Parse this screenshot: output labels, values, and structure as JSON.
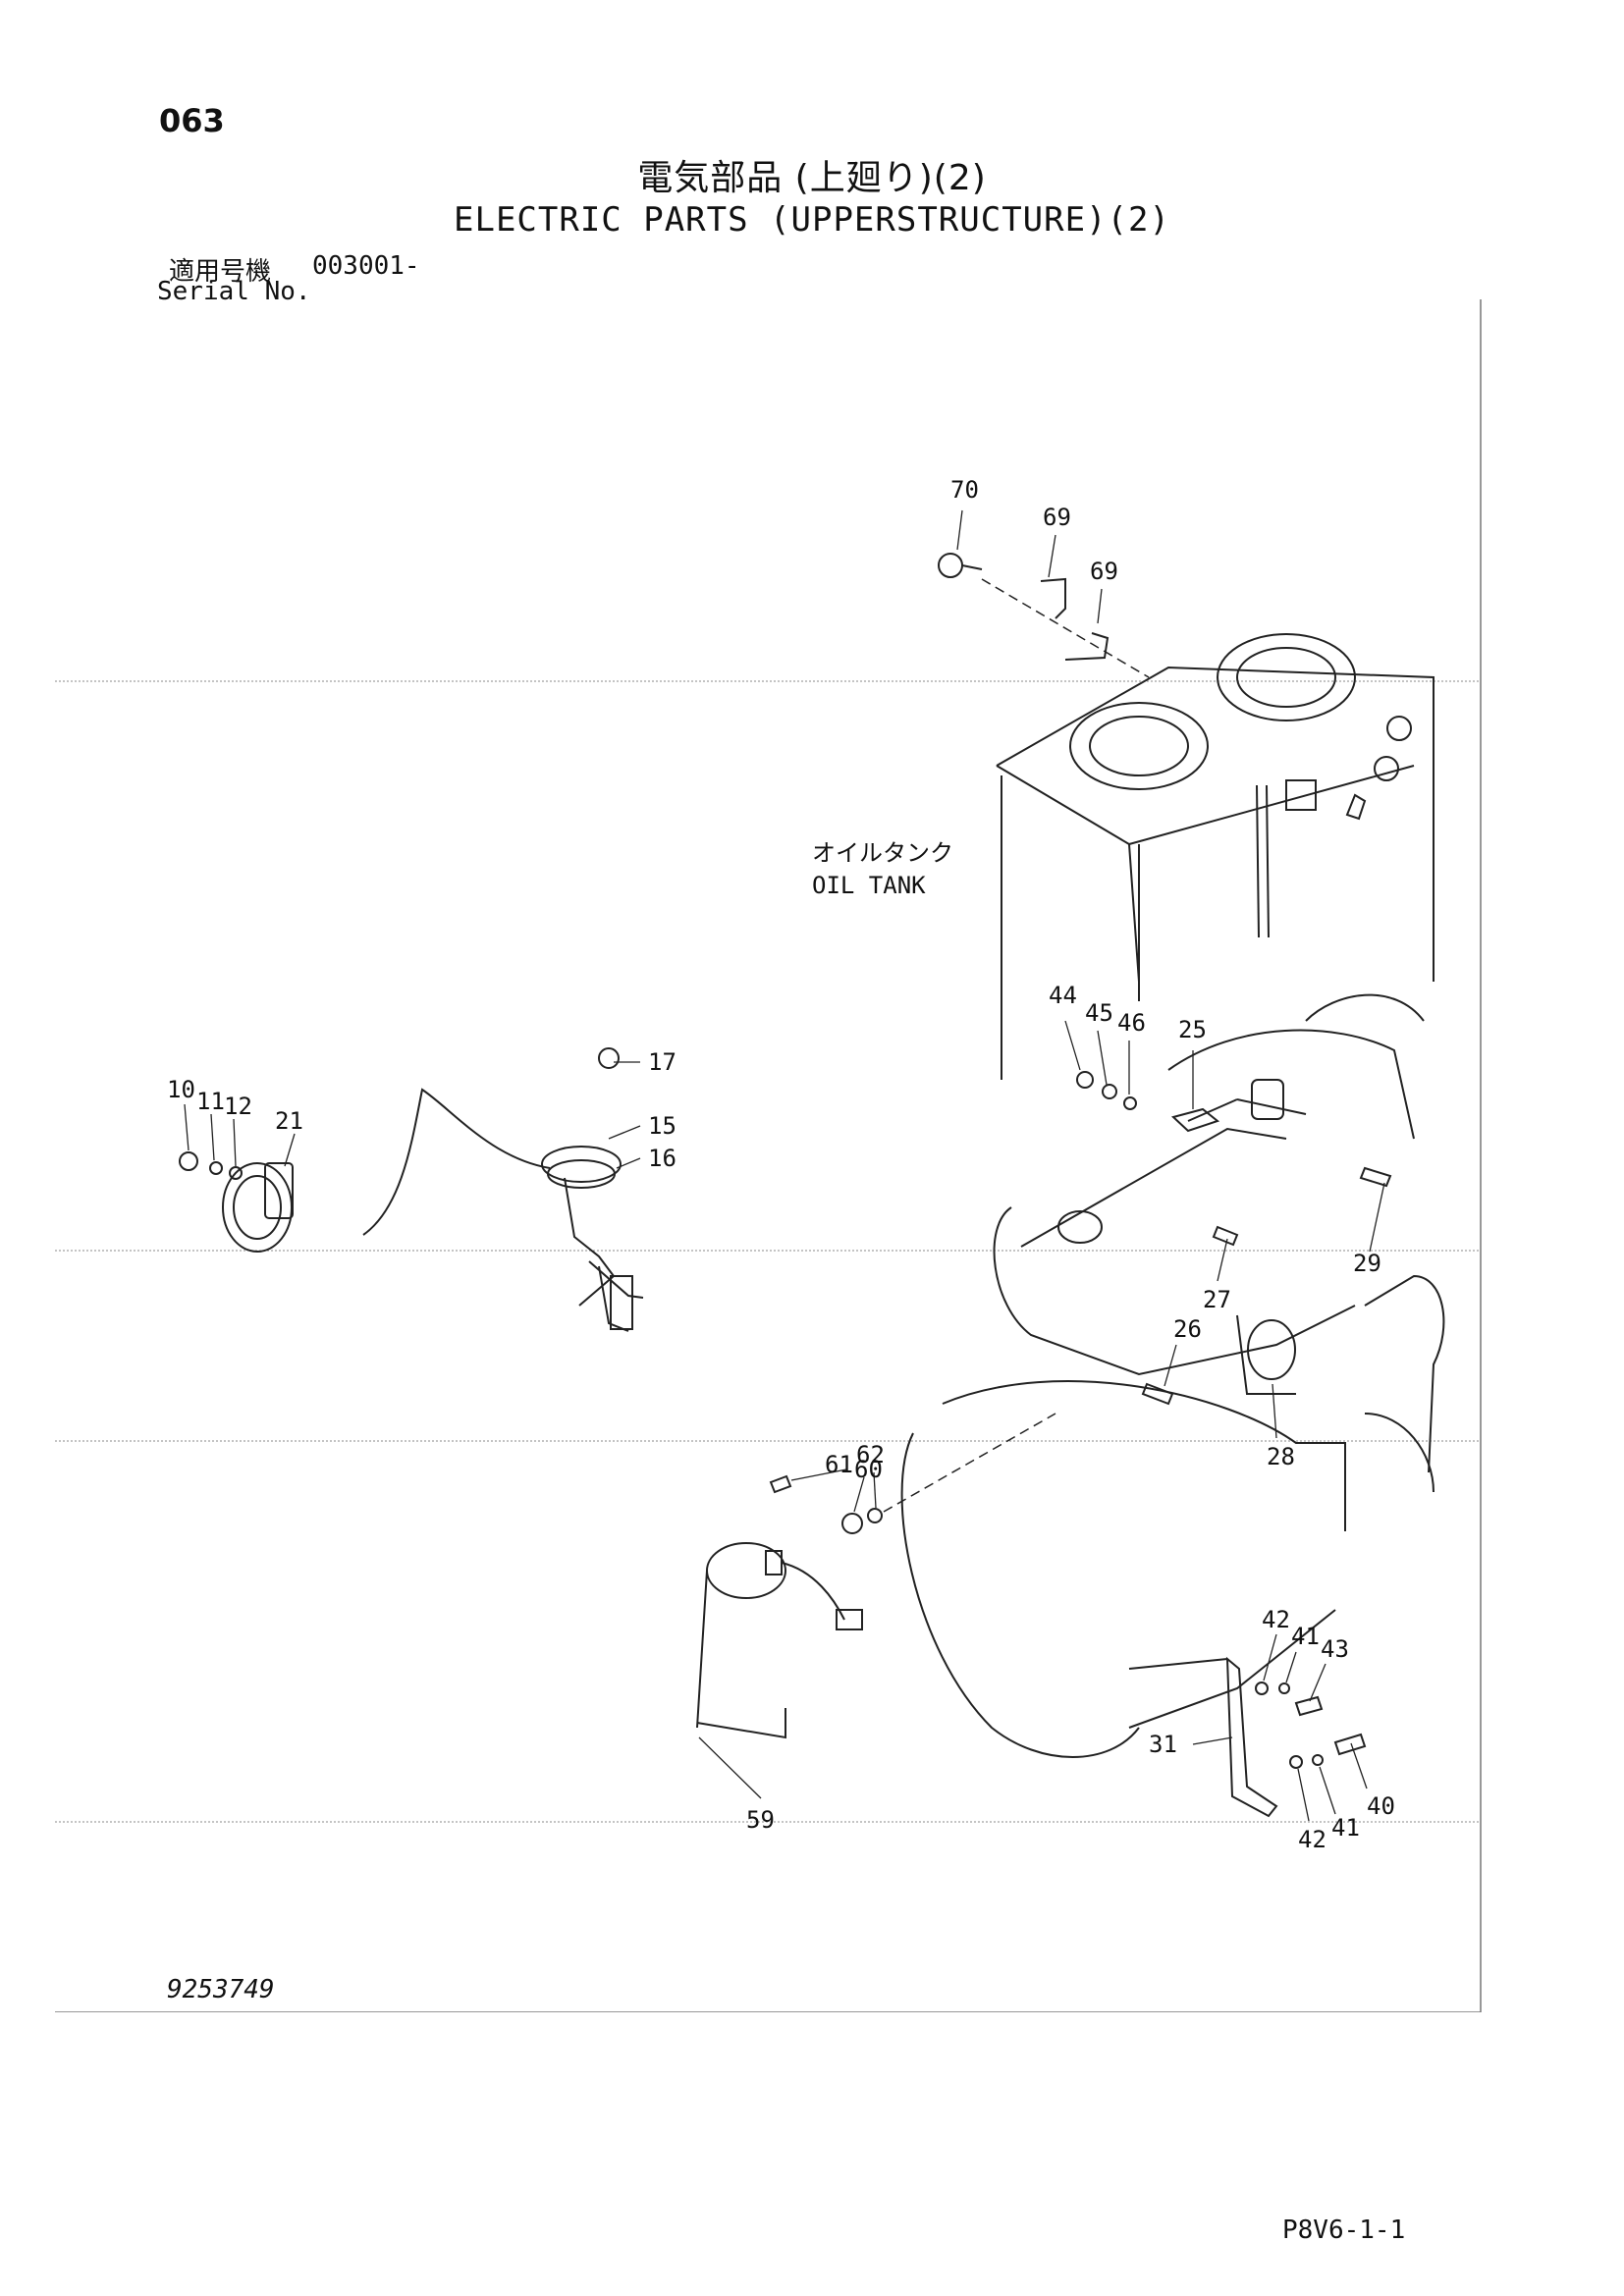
{
  "header": {
    "page_number": "063",
    "title_jp": "電気部品 (上廻り)(2)",
    "title_en": "ELECTRIC PARTS (UPPERSTRUCTURE)(2)",
    "serial_label_jp": "適用号機",
    "serial_value": "003001-",
    "serial_label_en": "Serial No."
  },
  "diagram": {
    "labels": {
      "oil_tank_jp": "オイルタンク",
      "oil_tank_en": "OIL TANK"
    },
    "part_numbers": [
      "70",
      "69",
      "69",
      "44",
      "45",
      "46",
      "25",
      "17",
      "10",
      "11",
      "12",
      "21",
      "15",
      "16",
      "29",
      "27",
      "26",
      "28",
      "61",
      "62",
      "60",
      "42",
      "41",
      "43",
      "31",
      "40",
      "42",
      "41",
      "59"
    ]
  },
  "footer": {
    "drawing_number": "9253749",
    "sheet_code": "P8V6-1-1"
  }
}
